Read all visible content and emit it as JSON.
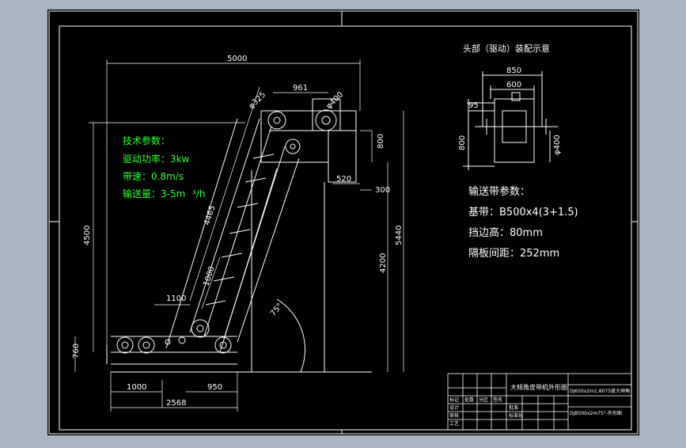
{
  "drawing": {
    "head_view_title": "头部（驱动）装配示意",
    "tech_params": {
      "heading": "技术参数：",
      "power": "驱动功率：3kw",
      "speed": "带速：0.8m/s",
      "capacity": "输送量：3-5m",
      "capacity_unit": "³/h"
    },
    "belt_params": {
      "heading": "输送带参数：",
      "base": "基带：B500x4(3+1.5)",
      "edge": "挡边高：80mm",
      "cleat": "隔板间距：252mm"
    },
    "dimensions": {
      "total_length": "5000",
      "head_span": "961",
      "head_pulley_left": "φ325",
      "head_pulley_right": "φ400",
      "incline_length": "4465",
      "section_1000": "1000",
      "lower_1100": "1100",
      "left_height": "4500",
      "foot_height": "760",
      "bottom_1000": "1000",
      "bottom_950": "950",
      "bottom_total": "2568",
      "height_4200": "4200",
      "height_5440": "5440",
      "head_800": "800",
      "head_520": "520",
      "head_300": "300",
      "angle": "75°",
      "hv_850": "850",
      "hv_600": "600",
      "hv_95": "95",
      "hv_800": "800",
      "hv_phi400": "φ400"
    },
    "title_block": {
      "title_main": "大倾角皮带机外形图",
      "code_1": "DJ650x2m1.8075度大倾角",
      "code_2": "DJB500x2m75°-外形图",
      "cells": [
        "标记",
        "处数",
        "分区",
        "签名",
        "设计",
        "审核",
        "工艺",
        "批准",
        "标准化"
      ]
    }
  }
}
